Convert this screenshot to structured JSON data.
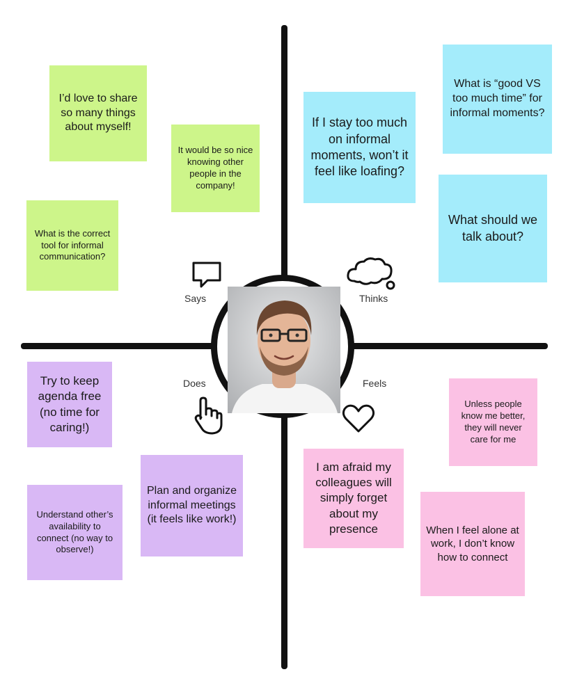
{
  "quadrants": {
    "says": {
      "label": "Says",
      "icon": "speech-bubble-icon",
      "notes": [
        "I’d love to share so many things about myself!",
        "It would be so nice knowing other people in the company!",
        "What is the correct tool for informal communication?"
      ]
    },
    "thinks": {
      "label": "Thinks",
      "icon": "thought-cloud-icon",
      "notes": [
        "If I stay too much on informal moments, won’t it feel like loafing?",
        "What is “good VS too much time” for informal moments?",
        "What should we talk about?"
      ]
    },
    "does": {
      "label": "Does",
      "icon": "pointing-hand-icon",
      "notes": [
        "Try to keep agenda free (no time for caring!)",
        "Plan and organize informal meetings (it feels like work!)",
        "Understand other’s availability to connect (no way to observe!)"
      ]
    },
    "feels": {
      "label": "Feels",
      "icon": "heart-icon",
      "notes": [
        "Unless people know me better, they will never care for me",
        "I am afraid my colleagues will simply forget about my presence",
        "When I feel alone at work, I don’t know how to connect"
      ]
    }
  },
  "colors": {
    "says": "#cdf58a",
    "thinks": "#a4ecfb",
    "does": "#d9b8f5",
    "feels": "#fbc1e4",
    "axis": "#111111"
  }
}
